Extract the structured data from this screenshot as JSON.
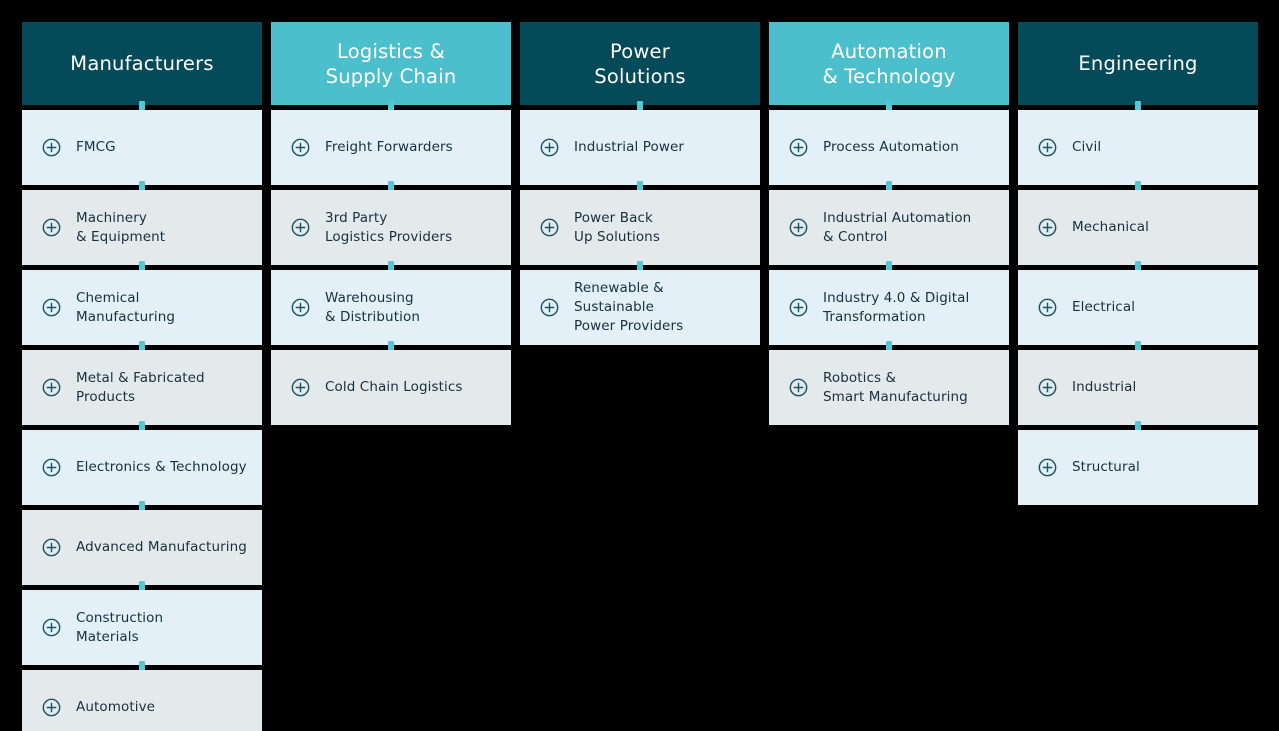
{
  "theme": {
    "background": "#000000",
    "header_dark": "#054a58",
    "header_teal": "#4cbfcc",
    "card_tint_a": "#e3f0f7",
    "card_tint_b": "#e4e9ec",
    "connector": "#54c8d6",
    "label_text": "#17303f",
    "header_text": "#ffffff",
    "icon_color": "#1a5566"
  },
  "icons": {
    "expand": "plus-circle-icon"
  },
  "columns": [
    {
      "id": "manufacturers",
      "title": "Manufacturers",
      "title_style": "dark",
      "items": [
        {
          "label": "FMCG"
        },
        {
          "label": "Machinery\n& Equipment"
        },
        {
          "label": "Chemical\nManufacturing"
        },
        {
          "label": "Metal & Fabricated\nProducts"
        },
        {
          "label": "Electronics & Technology"
        },
        {
          "label": "Advanced Manufacturing"
        },
        {
          "label": "Construction\nMaterials"
        },
        {
          "label": "Automotive"
        }
      ]
    },
    {
      "id": "logistics-supply-chain",
      "title": "Logistics &\nSupply Chain",
      "title_style": "teal",
      "items": [
        {
          "label": "Freight Forwarders"
        },
        {
          "label": "3rd Party\nLogistics Providers"
        },
        {
          "label": "Warehousing\n& Distribution"
        },
        {
          "label": "Cold Chain Logistics"
        }
      ]
    },
    {
      "id": "power-solutions",
      "title": "Power\nSolutions",
      "title_style": "dark",
      "items": [
        {
          "label": "Industrial Power"
        },
        {
          "label": "Power Back\nUp Solutions"
        },
        {
          "label": "Renewable & Sustainable\nPower Providers"
        }
      ]
    },
    {
      "id": "automation-technology",
      "title": "Automation\n& Technology",
      "title_style": "teal",
      "items": [
        {
          "label": "Process Automation"
        },
        {
          "label": "Industrial Automation\n& Control"
        },
        {
          "label": "Industry 4.0 & Digital\nTransformation"
        },
        {
          "label": "Robotics &\nSmart Manufacturing"
        }
      ]
    },
    {
      "id": "engineering",
      "title": "Engineering",
      "title_style": "dark",
      "items": [
        {
          "label": "Civil"
        },
        {
          "label": "Mechanical"
        },
        {
          "label": "Electrical"
        },
        {
          "label": "Industrial"
        },
        {
          "label": "Structural"
        }
      ]
    }
  ]
}
